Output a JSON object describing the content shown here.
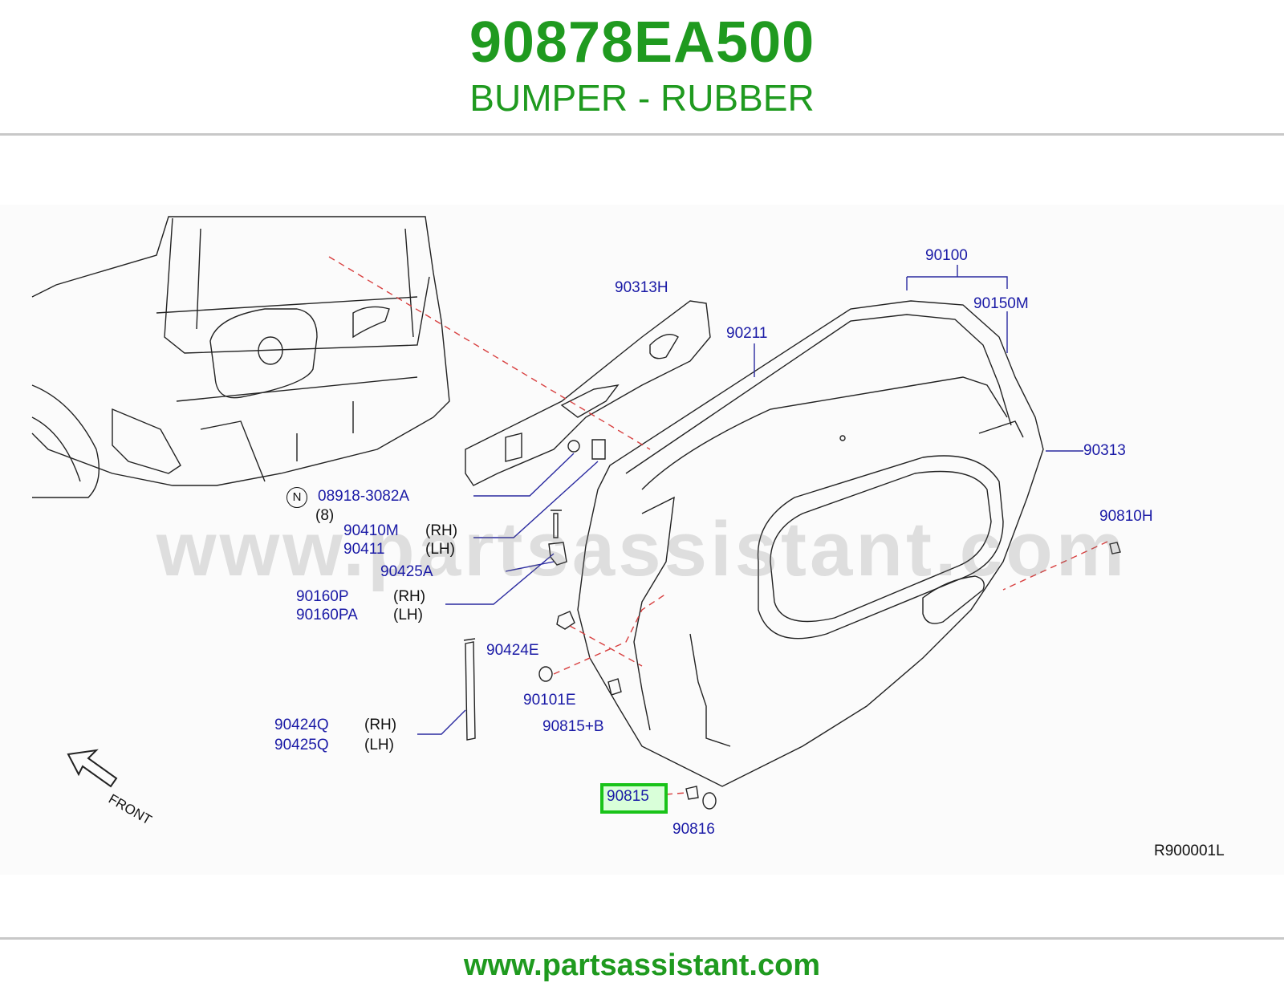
{
  "header": {
    "part_number": "90878EA500",
    "description": "BUMPER - RUBBER"
  },
  "watermark": "www.partsassistant.com",
  "footer": {
    "url": "www.partsassistant.com"
  },
  "diagram": {
    "ref_code": "R900001L",
    "front_label": "FRONT",
    "notice_symbol": "N",
    "labels": {
      "p90100": "90100",
      "p90313H": "90313H",
      "p90150M": "90150M",
      "p90211": "90211",
      "p90313": "90313",
      "p08918": "08918-3082A",
      "qty8": "(8)",
      "p90810H": "90810H",
      "p90410M": "90410M",
      "p90411": "90411",
      "p90425A": "90425A",
      "p90160P": "90160P",
      "p90160PA": "90160PA",
      "p90424E": "90424E",
      "p90101E": "90101E",
      "p90815B": "90815+B",
      "p90424Q": "90424Q",
      "p90425Q": "90425Q",
      "p90815": "90815",
      "p90816": "90816"
    },
    "sides": {
      "rh": "(RH)",
      "lh": "(LH)"
    },
    "highlighted_part": "90815",
    "highlight_color": "#19c319"
  }
}
